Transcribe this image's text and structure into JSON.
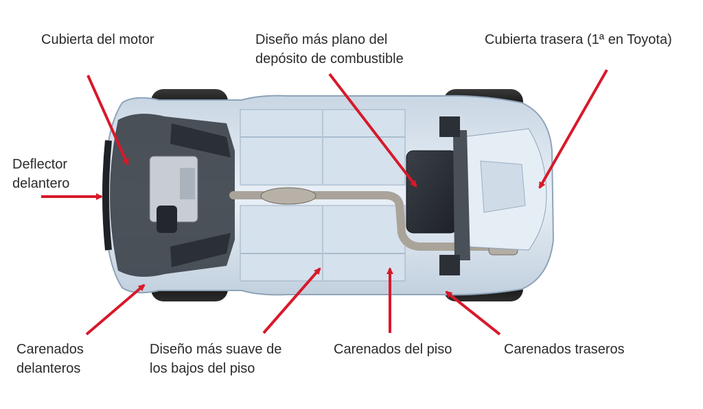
{
  "labels": {
    "engine_cover": {
      "lines": [
        "Cubierta del motor"
      ]
    },
    "fuel_tank": {
      "lines": [
        "Diseño más plano del",
        "depósito de combustible"
      ]
    },
    "rear_cover": {
      "lines": [
        "Cubierta trasera (1ª en Toyota)"
      ]
    },
    "front_deflector": {
      "lines": [
        "Deflector",
        "delantero"
      ]
    },
    "front_fairings": {
      "lines": [
        "Carenados",
        "delanteros"
      ]
    },
    "smooth_floor": {
      "lines": [
        "Diseño más suave de",
        "los bajos del piso"
      ]
    },
    "floor_fairings": {
      "lines": [
        "Carenados del piso"
      ]
    },
    "rear_fairings": {
      "lines": [
        "Carenados traseros"
      ]
    }
  },
  "colors": {
    "arrow": "#d7192a",
    "text": "#2b2b2b",
    "body": "#dfe8f1",
    "body_shadow": "#9fb2c4",
    "tire": "#1c1c1c",
    "dark_panel": "#2a2f36"
  }
}
